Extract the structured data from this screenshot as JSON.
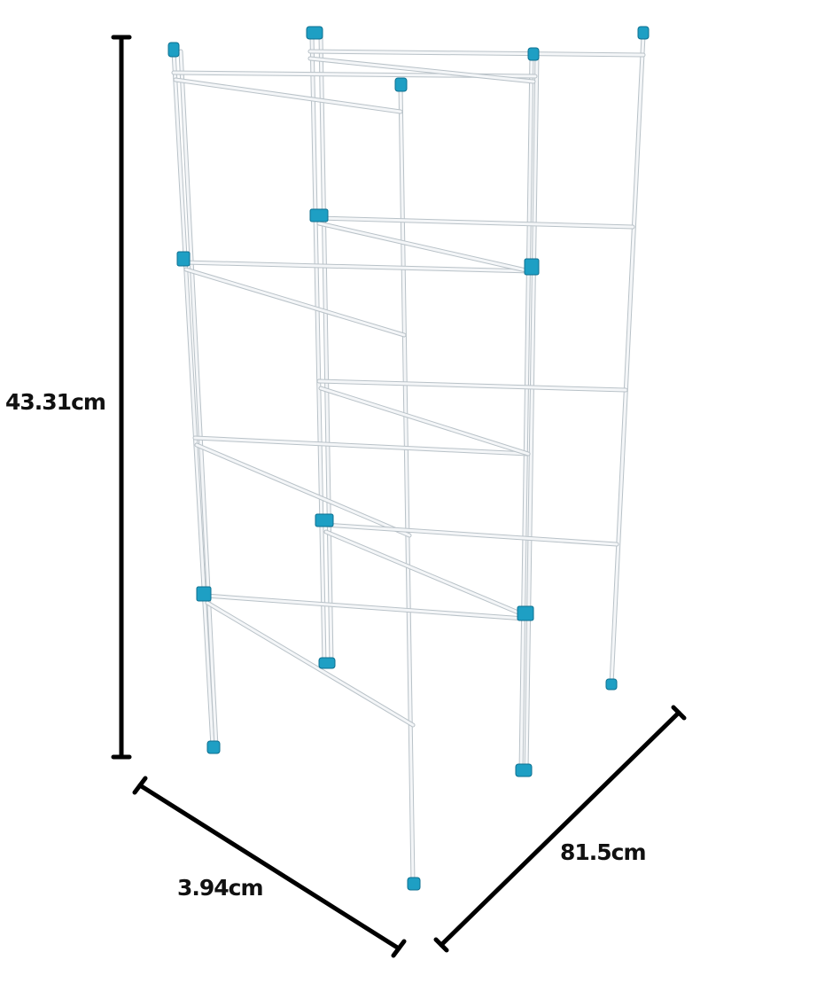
{
  "dimensions": {
    "height_label": "43.31cm",
    "width_label": "3.94cm",
    "depth_label": "81.5cm"
  },
  "product": {
    "icon": "clothes-airer-icon",
    "frame_color": "#f4f6f8",
    "clip_color": "#1e9fc4"
  }
}
